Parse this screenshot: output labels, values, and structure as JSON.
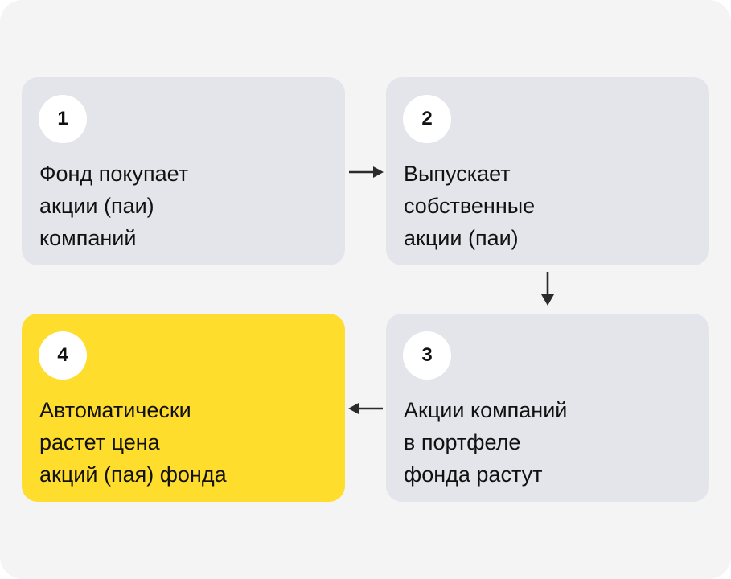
{
  "steps": [
    {
      "number": "1",
      "text": "Фонд покупает\nакции (паи)\nкомпаний"
    },
    {
      "number": "2",
      "text": "Выпускает\nсобственные\nакции (паи)"
    },
    {
      "number": "3",
      "text": "Акции компаний\nв портфеле\nфонда растут"
    },
    {
      "number": "4",
      "text": "Автоматически\nрастет цена\nакций (пая) фонда"
    }
  ],
  "colors": {
    "background": "#f4f4f5",
    "card": "#e4e5ea",
    "highlight": "#fedd2c",
    "badge": "#ffffff",
    "text": "#111111",
    "arrow": "#2b2b2b"
  },
  "icons": {
    "arrow_right": "arrow-right-icon",
    "arrow_down": "arrow-down-icon",
    "arrow_left": "arrow-left-icon"
  }
}
